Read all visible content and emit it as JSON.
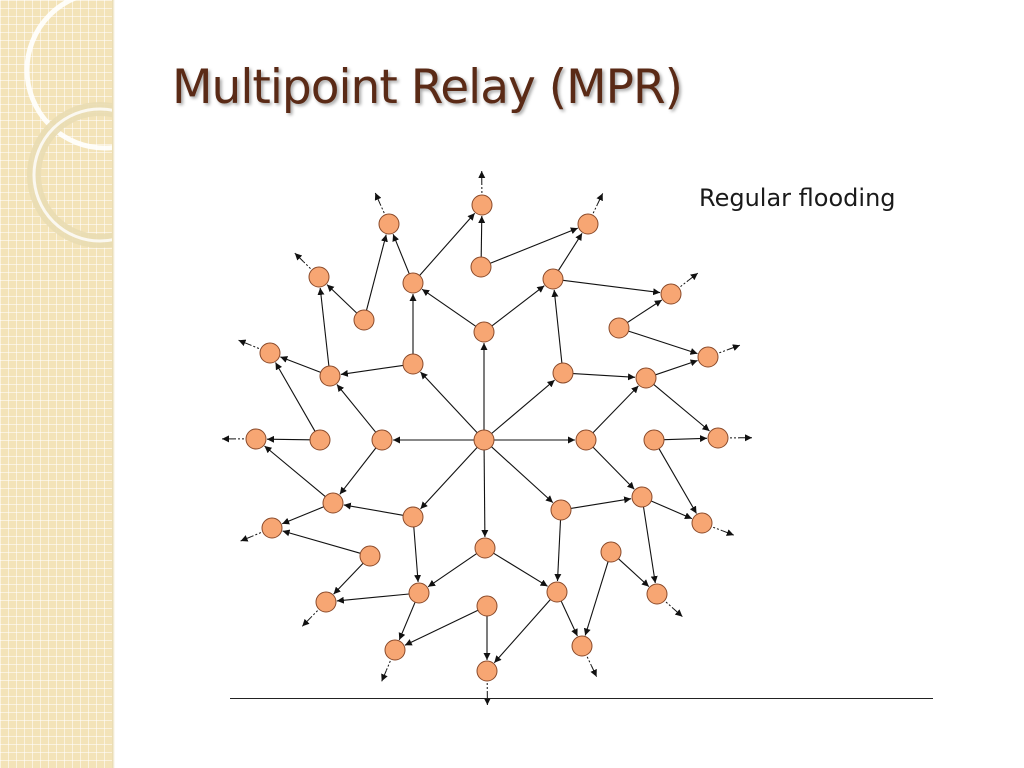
{
  "slide": {
    "title": "Multipoint Relay (MPR)"
  },
  "diagram": {
    "caption": "Regular flooding",
    "node_fill": "#f7a673",
    "node_stroke": "#8a4a2a",
    "edge_color": "#111111",
    "structure": "Broadcast flooding from a central source node; each node rebroadcasts to its neighbors, radiating outward through four concentric rings of nodes."
  },
  "theme": {
    "sidebar_color": "#f3e3b8",
    "title_color": "#5a2a16"
  }
}
